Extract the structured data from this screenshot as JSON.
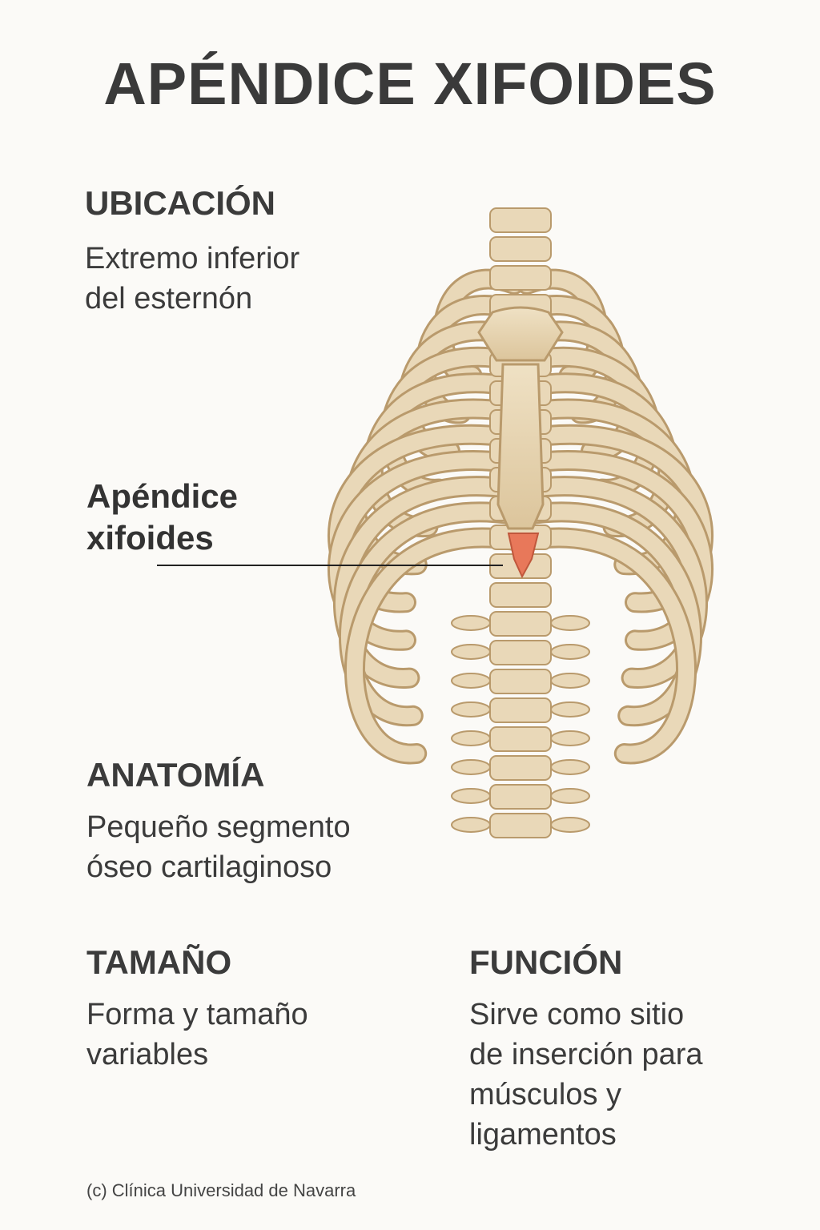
{
  "title": "APÉNDICE XIFOIDES",
  "sections": {
    "ubicacion": {
      "heading": "UBICACIÓN",
      "text": "Extremo inferior\ndel esternón"
    },
    "anatomia": {
      "heading": "ANATOMÍA",
      "text": "Pequeño segmento\nóseo cartilaginoso"
    },
    "tamano": {
      "heading": "TAMAÑO",
      "text": "Forma y tamaño\nvariables"
    },
    "funcion": {
      "heading": "FUNCIÓN",
      "text": "Sirve como sitio\nde inserción para\nmúsculos y\nligamentos"
    }
  },
  "illustration": {
    "label": "Apéndice\nxifoides",
    "colors": {
      "bone": "#e9d8b8",
      "bone_stroke": "#b99a6c",
      "xiphoid": "#e8785a",
      "leader_line": "#222222"
    }
  },
  "credit": "(c) Clínica Universidad de Navarra"
}
